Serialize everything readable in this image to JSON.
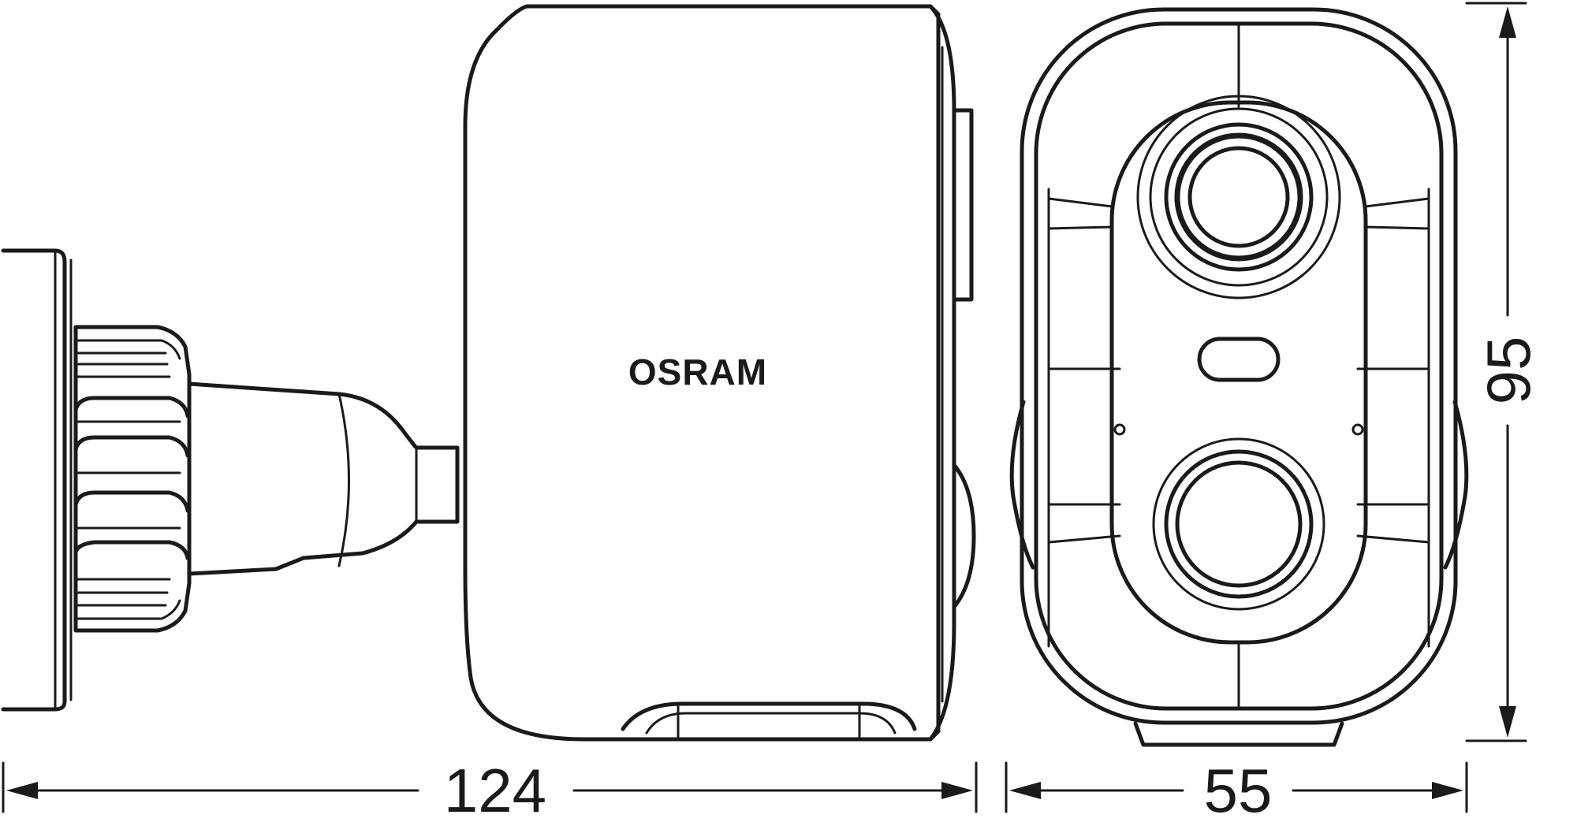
{
  "brand": {
    "label": "OSRAM"
  },
  "dimensions": {
    "width_side": "124",
    "width_front": "55",
    "height": "95"
  },
  "colors": {
    "line": "#1a1a1a",
    "background": "#ffffff"
  }
}
